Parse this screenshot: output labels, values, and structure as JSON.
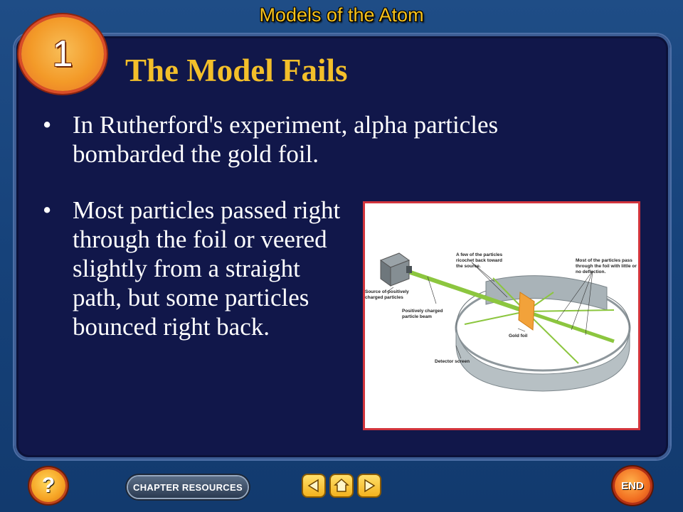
{
  "header": {
    "chapter_title": "Models of the Atom"
  },
  "badge": {
    "section_number": "1"
  },
  "slide": {
    "title": "The Model Fails",
    "bullets": [
      {
        "marker": "•",
        "text": "In Rutherford's experiment, alpha particles bombarded the gold foil."
      },
      {
        "marker": "•",
        "text": "Most particles passed right through the foil or veered slightly from a straight path, but some particles bounced right back."
      }
    ]
  },
  "figure": {
    "labels": {
      "source": "Source of positively charged particles",
      "beam": "Positively charged particle beam",
      "ricochet": "A few of the particles ricochet back toward the source.",
      "pass": "Most of the particles pass through the foil with little or no deflection.",
      "foil": "Gold foil",
      "screen": "Detector screen"
    }
  },
  "footer": {
    "help_label": "?",
    "resources_label": "CHAPTER RESOURCES",
    "end_label": "END",
    "prev_icon": "left-arrow-icon",
    "home_icon": "home-icon",
    "next_icon": "right-arrow-icon"
  },
  "colors": {
    "accent": "#f3bf2a",
    "panel": "#11174a",
    "background": "#1b4a82",
    "frame": "#d2343c"
  }
}
